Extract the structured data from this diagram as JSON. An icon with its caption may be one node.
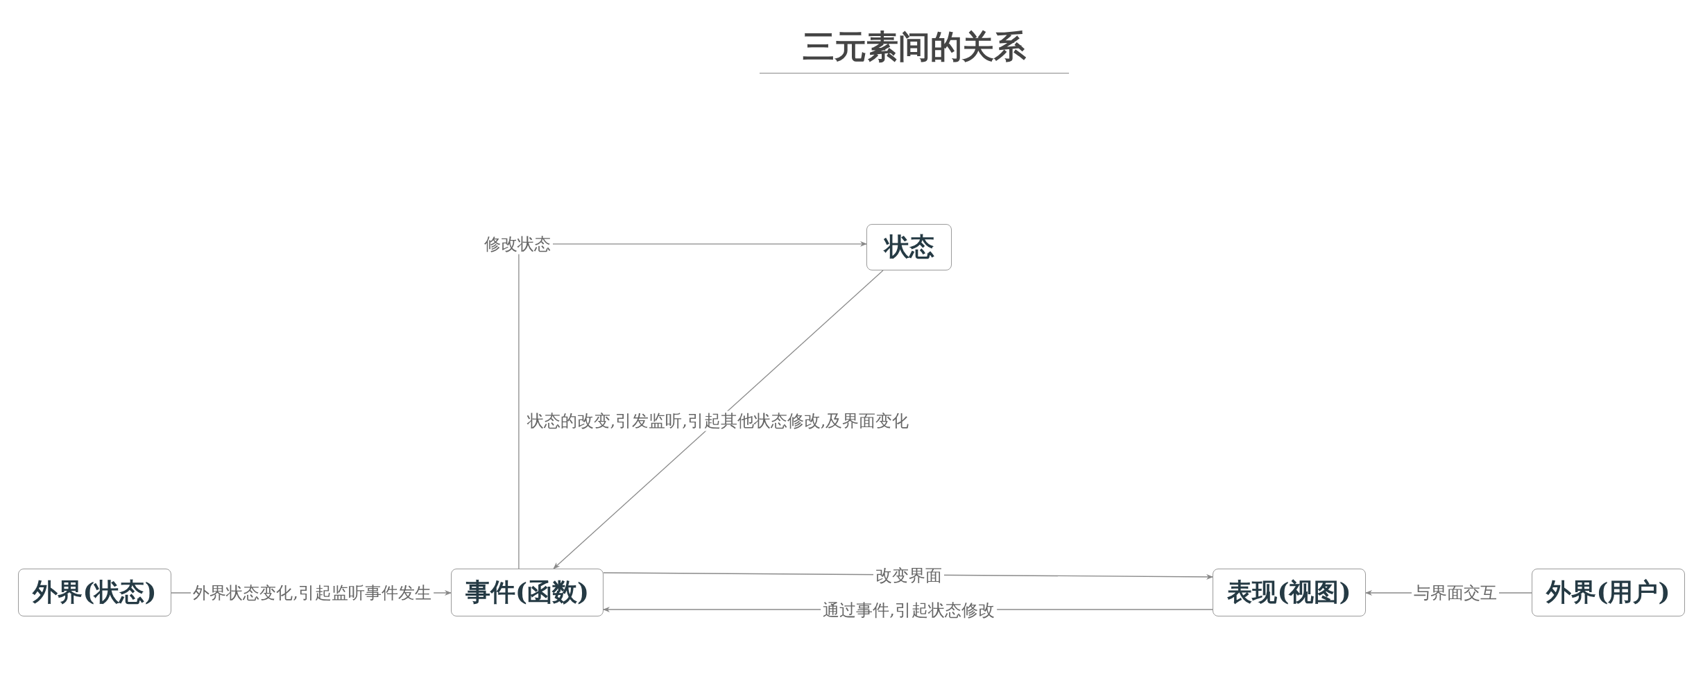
{
  "diagram": {
    "title": "三元素间的关系",
    "nodes": [
      {
        "text": [
          "状态"
        ]
      },
      {
        "text": [
          "外界(状态)"
        ]
      },
      {
        "text": [
          "事件(函数)"
        ]
      },
      {
        "text": [
          "表现(视图)"
        ]
      },
      {
        "text": [
          "外界(用户)"
        ]
      }
    ],
    "edges": [
      {
        "from": 2,
        "to": 0,
        "arrow": "to",
        "label": "修改状态"
      },
      {
        "from": 0,
        "to": 2,
        "arrow": "to",
        "label": "状态的改变,引发监听,引起其他状态修改,及界面变化"
      },
      {
        "from": 1,
        "to": 2,
        "arrow": "to",
        "label": "外界状态变化,引起监听事件发生"
      },
      {
        "from": 2,
        "to": 3,
        "arrow": "to",
        "label": "改变界面"
      },
      {
        "from": 3,
        "to": 2,
        "arrow": "to",
        "label": "通过事件,引起状态修改"
      },
      {
        "from": 4,
        "to": 3,
        "arrow": "to",
        "label": "与界面交互"
      }
    ]
  }
}
